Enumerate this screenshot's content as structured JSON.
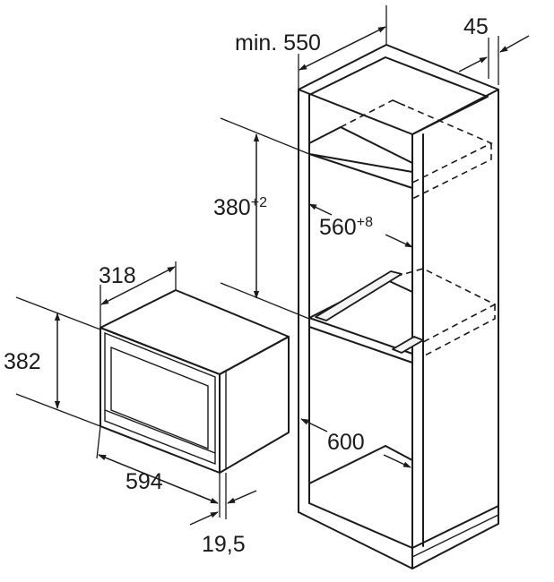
{
  "dimensions": {
    "cabinet_depth": "min. 550",
    "cabinet_side_gap": "45",
    "niche_height_value": "380",
    "niche_height_tolerance": "+2",
    "niche_width_value": "560",
    "niche_width_tolerance": "+8",
    "cabinet_width": "600",
    "appliance_depth": "318",
    "appliance_height": "382",
    "appliance_width": "594",
    "front_offset": "19,5"
  }
}
